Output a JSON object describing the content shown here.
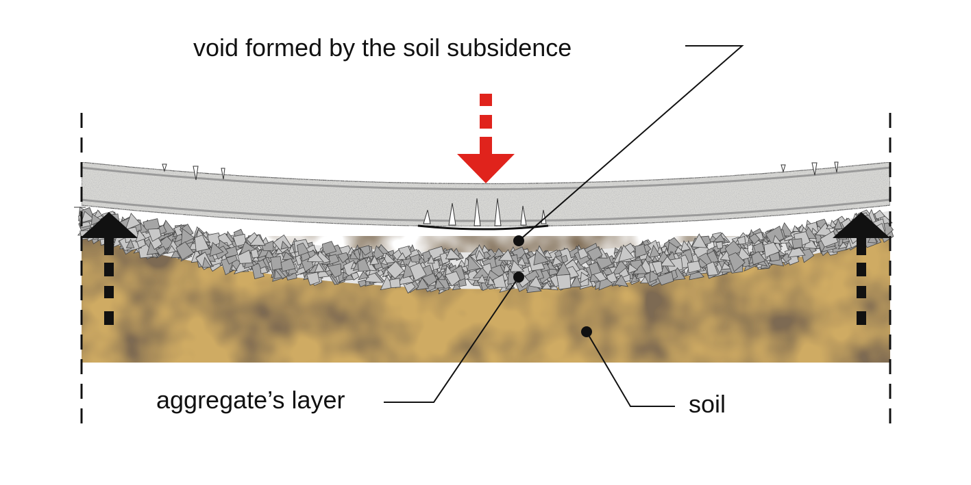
{
  "labels": {
    "void": "void formed by the soil subsidence",
    "aggregate": "aggregate’s layer",
    "soil": "soil"
  },
  "colors": {
    "load_arrow": "#e0231c",
    "reaction_arrow": "#111111",
    "slab": "#d9d9d6",
    "aggregate_fill": "#e6e6e6",
    "aggregate_stone": "#a5a5a5",
    "soil_light": "#cfab63",
    "soil_dark": "#7d6a52"
  }
}
